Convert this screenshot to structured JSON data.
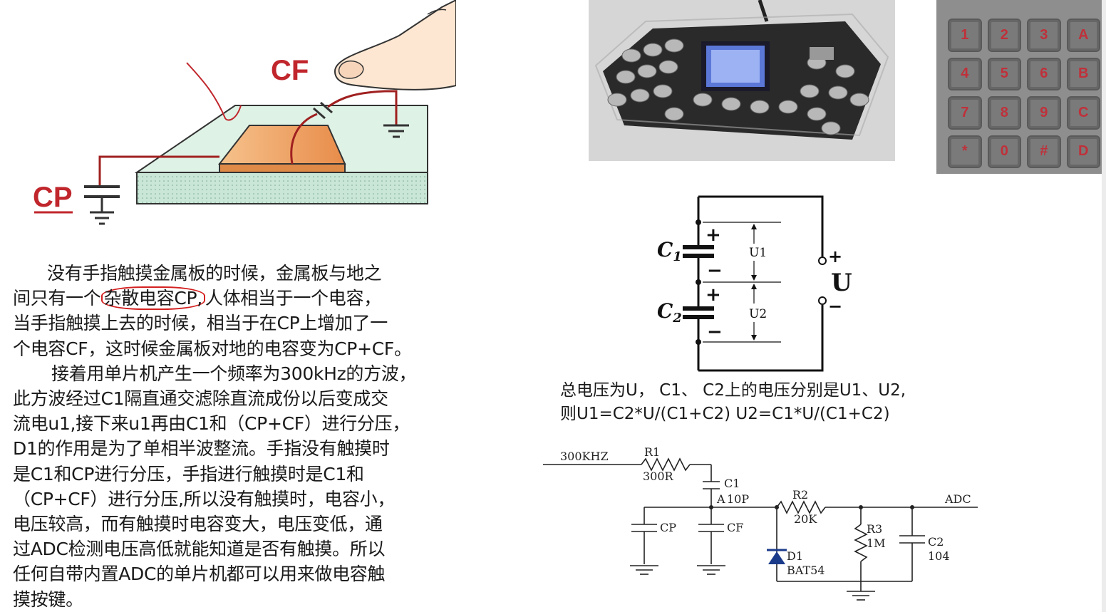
{
  "illustration": {
    "cf_label": "CF",
    "cp_label": "CP"
  },
  "paragraph1": {
    "line1": "没有手指触摸金属板的时候，金属板与地之",
    "line2_before": "间只有一个",
    "line2_highlight": "杂散电容CP,",
    "line2_after": "人体相当于一个电容，",
    "line3": "当手指触摸上去的时候，相当于在CP上增加了一",
    "line4": "个电容CF，这时候金属板对地的电容变为CP+CF。"
  },
  "paragraph2": {
    "line1": "接着用单片机产生一个频率为300kHz的方波，",
    "line2": "此方波经过C1隔直通交滤除直流成份以后变成交",
    "line3": "流电u1,接下来u1再由C1和（CP+CF）进行分压，",
    "line4": "D1的作用是为了单相半波整流。手指没有触摸时",
    "line5": "是C1和CP进行分压，手指进行触摸时是C1和",
    "line6": "（CP+CF）进行分压,所以没有触摸时，电容小，",
    "line7": "电压较高，而有触摸时电容变大，电压变低，通",
    "line8": "过ADC检测电压高低就能知道是否有触摸。所以",
    "line9": "任何自带内置ADC的单片机都可以用来做电容触",
    "line10": "摸按键。"
  },
  "keypad": {
    "keys": [
      "1",
      "2",
      "3",
      "A",
      "4",
      "5",
      "6",
      "B",
      "7",
      "8",
      "9",
      "C",
      "*",
      "0",
      "#",
      "D"
    ],
    "key_color": "#c0303a"
  },
  "cap_diagram": {
    "c1_label": "C",
    "c1_sub": "1",
    "c2_label": "C",
    "c2_sub": "2",
    "u1_label": "U1",
    "u2_label": "U2",
    "u_label": "U",
    "plus": "+",
    "minus": "−"
  },
  "formula": {
    "line1": "总电压为U，  C1、 C2上的电压分别是U1、U2,",
    "line2": "则U1=C2*U/(C1+C2) U2=C1*U/(C1+C2)"
  },
  "schematic": {
    "input_label": "300KHZ",
    "r1_name": "R1",
    "r1_value": "300R",
    "c1_name": "C1",
    "node_a": "A",
    "c1_value": "10P",
    "r2_name": "R2",
    "r2_value": "20K",
    "output_label": "ADC",
    "cp_name": "CP",
    "cf_name": "CF",
    "r3_name": "R3",
    "r3_value": "1M",
    "c2_name": "C2",
    "c2_value": "104",
    "d1_name": "D1",
    "d1_value": "BAT54"
  },
  "colors": {
    "accent_red": "#c0262c",
    "board_green": "#bfe0cc",
    "plate_orange": "#f0a060"
  }
}
